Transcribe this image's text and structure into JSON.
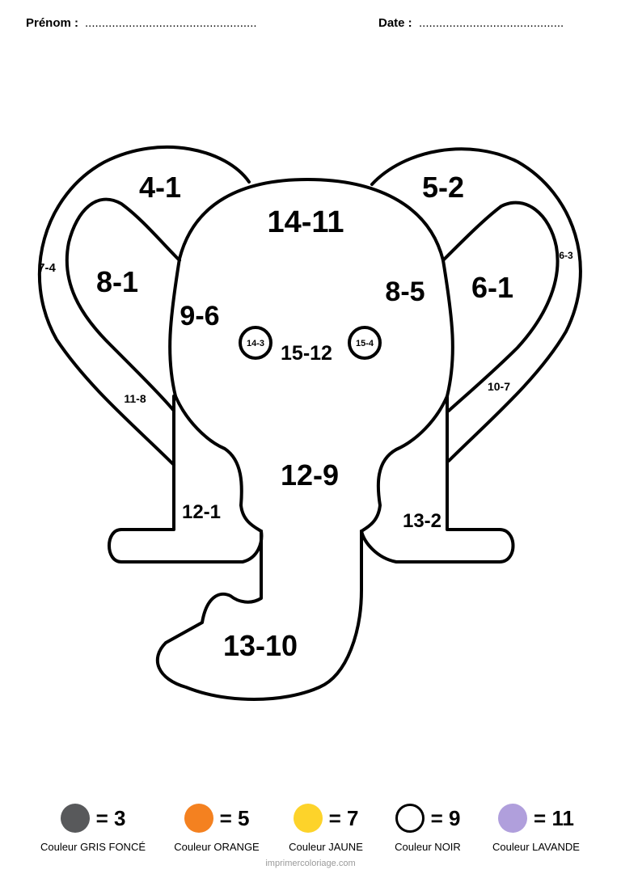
{
  "header": {
    "name_label": "Prénom :",
    "name_dots": "...................................................",
    "date_label": "Date :",
    "date_dots": "..........................................."
  },
  "zones": {
    "ear_left_outer": "4-1",
    "ear_right_outer": "5-2",
    "ear_left_inner": "8-1",
    "ear_right_inner": "6-1",
    "ear_left_side": "7-4",
    "ear_right_side": "6-3",
    "ear_left_lower": "11-8",
    "ear_right_lower": "10-7",
    "forehead": "14-11",
    "cheek_left": "9-6",
    "cheek_right": "8-5",
    "face_center": "15-12",
    "eye_left": "14-3",
    "eye_right": "15-4",
    "body": "12-9",
    "leg_left": "12-1",
    "leg_right": "13-2",
    "trunk": "13-10"
  },
  "legend": [
    {
      "color": "#58595b",
      "value": "= 3",
      "label": "Couleur GRIS FONCÉ"
    },
    {
      "color": "#f48120",
      "value": "= 5",
      "label": "Couleur ORANGE"
    },
    {
      "color": "#fdd32a",
      "value": "= 7",
      "label": "Couleur JAUNE"
    },
    {
      "color": "#ffffff",
      "value": "= 9",
      "label": "Couleur NOIR"
    },
    {
      "color": "#b09fdc",
      "value": "= 11",
      "label": "Couleur LAVANDE"
    }
  ],
  "footer": "imprimercoloriage.com"
}
